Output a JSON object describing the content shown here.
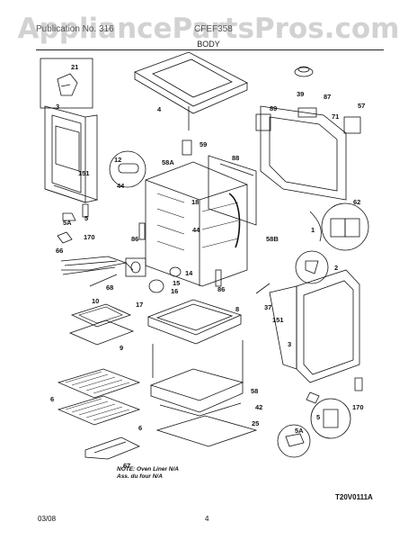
{
  "header": {
    "watermark": "AppliancePartsPros.com",
    "publication": "Publication No. 316",
    "model": "CFEF358",
    "section_title": "BODY"
  },
  "callouts": {
    "c21": "21",
    "c3a": "3",
    "c151a": "151",
    "c5a1": "5A",
    "c5_1": "5",
    "c170a": "170",
    "c4": "4",
    "c59": "59",
    "c39": "39",
    "c87": "87",
    "c89": "89",
    "c71": "71",
    "c57": "57",
    "c12": "12",
    "c44a": "44",
    "c58A": "58A",
    "c88": "88",
    "c18": "18",
    "c44b": "44",
    "c86a": "86",
    "c58B": "58B",
    "c62": "62",
    "c1": "1",
    "c66": "66",
    "c68": "68",
    "c14": "14",
    "c16": "16",
    "c15": "15",
    "c17": "17",
    "c86b": "86",
    "c2": "2",
    "c37": "37",
    "c151b": "151",
    "c10": "10",
    "c8": "8",
    "c9": "9",
    "c3b": "3",
    "c58": "58",
    "c42": "42",
    "c25": "25",
    "c6a": "6",
    "c6b": "6",
    "c67": "67",
    "c170b": "170",
    "c5_2": "5",
    "c5A2": "5A"
  },
  "note": {
    "line1": "NOTE: Oven Liner N/A",
    "line2": "Ass. du four N/A"
  },
  "drawing_code": "T20V0111A",
  "footer": {
    "date": "03/08",
    "page": "4"
  }
}
